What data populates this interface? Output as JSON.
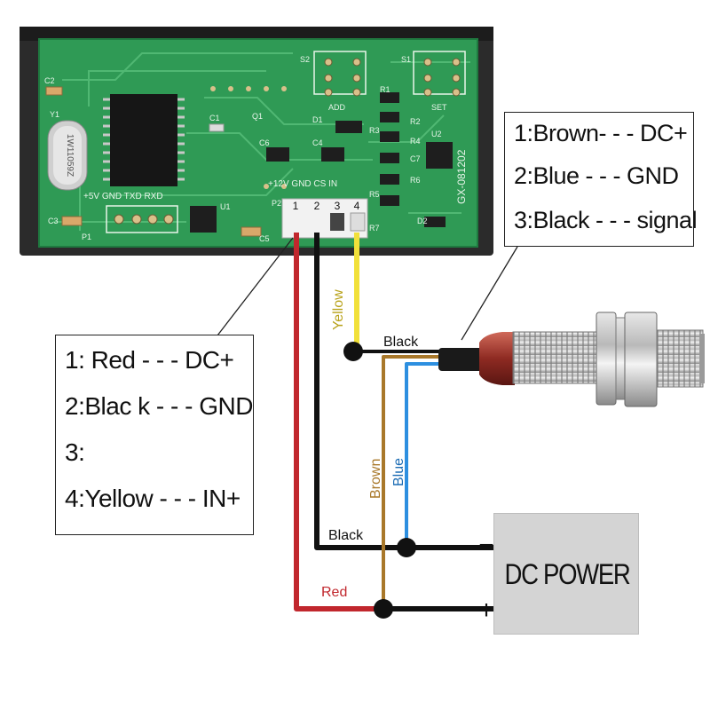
{
  "pcb": {
    "silkscreen": {
      "s2": "S2",
      "s1": "S1",
      "add": "ADD",
      "set": "SET",
      "c2": "C2",
      "y1": "Y1",
      "crystal": "1W11059Z",
      "c1": "C1",
      "q1": "Q1",
      "d1": "D1",
      "c6": "C6",
      "c4": "C4",
      "r1": "R1",
      "r2": "R2",
      "r3": "R3",
      "r4": "R4",
      "u2": "U2",
      "c7": "C7",
      "r5": "R5",
      "r6": "R6",
      "r7": "R7",
      "board_id": "GX-081202",
      "c3": "C3",
      "p1": "P1",
      "u1": "U1",
      "c5": "C5",
      "p2": "P2",
      "d2": "D2",
      "header_left": "+5V  GND  TXD  RXD",
      "header_right": "+12V  GND  CS  IN",
      "pins": [
        "1",
        "2",
        "3",
        "4"
      ]
    }
  },
  "wire_labels": {
    "yellow": "Yellow",
    "black_top": "Black",
    "brown": "Brown",
    "blue": "Blue",
    "black_bottom": "Black",
    "red": "Red"
  },
  "sensor_callout": {
    "lines": [
      "1:Brown- - - DC+",
      "2:Blue - - - GND",
      "3:Black - - - signal"
    ]
  },
  "module_callout": {
    "lines": [
      "1: Red - - - DC+",
      "2:Blac k - - - GND",
      "3:",
      "4:Yellow - - - IN+"
    ]
  },
  "dc_power": {
    "label": "DC POWER",
    "minus": "−",
    "plus": "+"
  },
  "colors": {
    "pcb": "#2f9a55",
    "pcb_edge": "#1f7a40",
    "wire_red": "#c1272d",
    "wire_black": "#111111",
    "wire_yellow": "#f1e03a",
    "wire_brown": "#a9782a",
    "wire_blue": "#2d8fe0",
    "dc_box": "#d4d4d4"
  }
}
